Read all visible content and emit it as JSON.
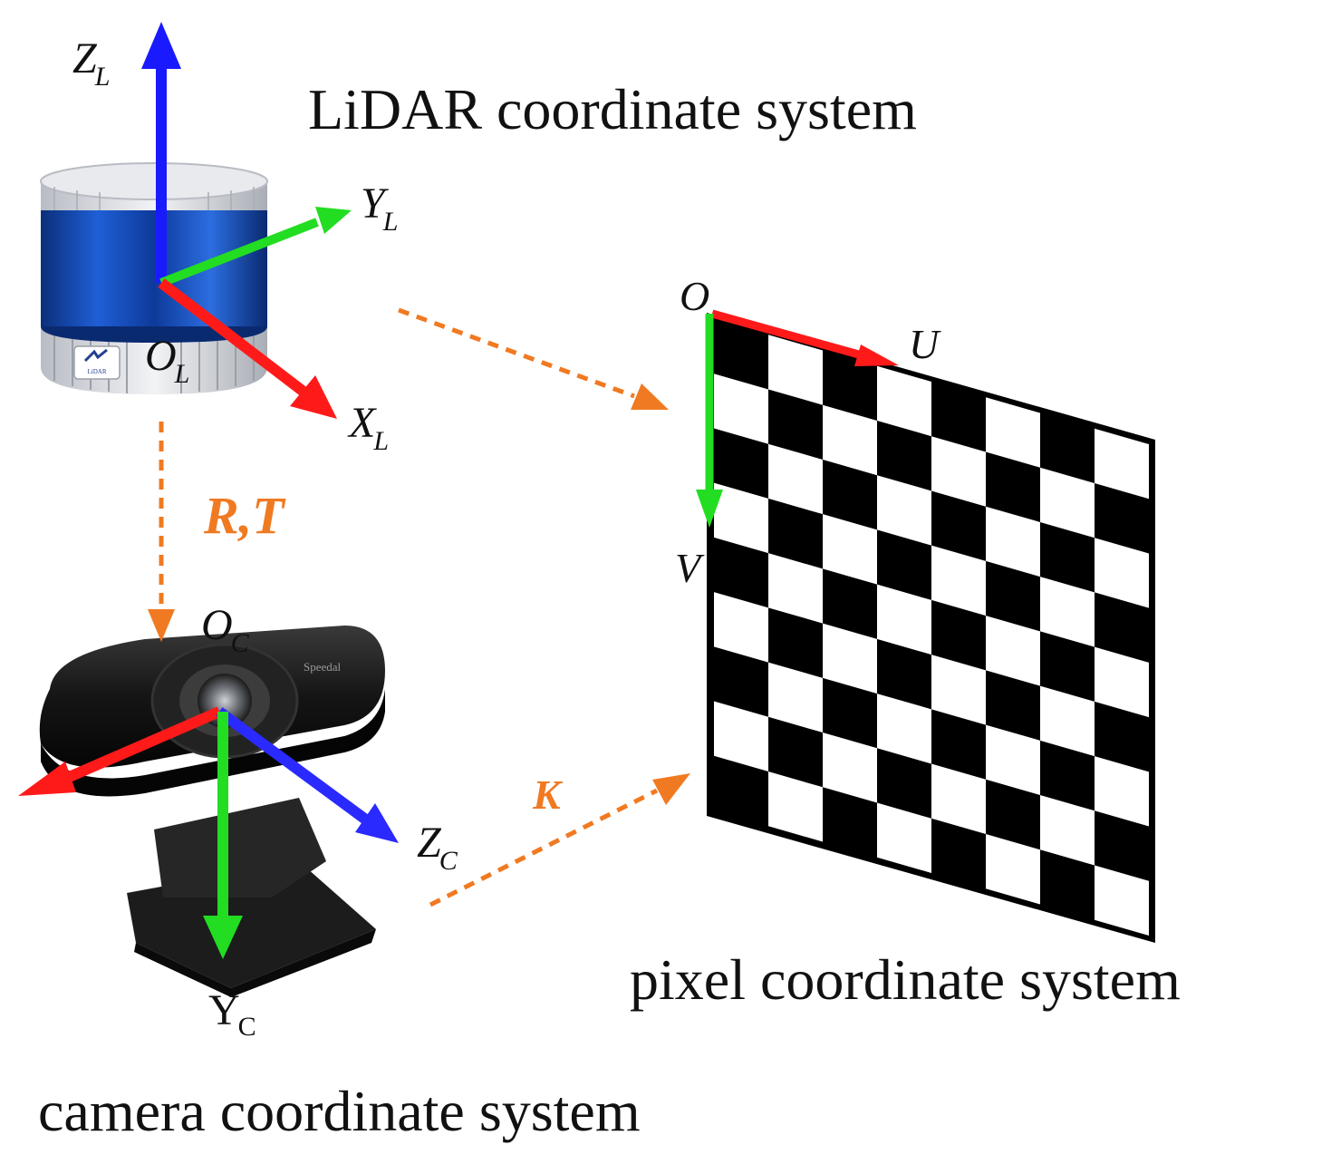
{
  "titles": {
    "lidar": "LiDAR coordinate system",
    "pixel": "pixel coordinate system",
    "camera": "camera coordinate system"
  },
  "lidar_axes": {
    "z_main": "Z",
    "z_sub": "L",
    "y_main": "Y",
    "y_sub": "L",
    "x_main": "X",
    "x_sub": "L",
    "o_main": "O",
    "o_sub": "L"
  },
  "lidar_logo_text": "LiDAR",
  "camera_axes": {
    "o_main": "O",
    "o_sub": "C",
    "z_main": "Z",
    "z_sub": "C",
    "y_main": "Y",
    "y_sub": "C"
  },
  "camera_brand_text": "Speedal",
  "pixel_axes": {
    "origin": "O",
    "u": "U",
    "v": "V"
  },
  "transforms": {
    "rt": "R,T",
    "k": "K"
  },
  "colors": {
    "x_axis": "#ff1a1a",
    "y_axis": "#22dd22",
    "z_axis": "#1a1aff",
    "transform": "#f07a22",
    "board": "#000000"
  },
  "checkerboard": {
    "rows": 9,
    "cols": 8
  }
}
